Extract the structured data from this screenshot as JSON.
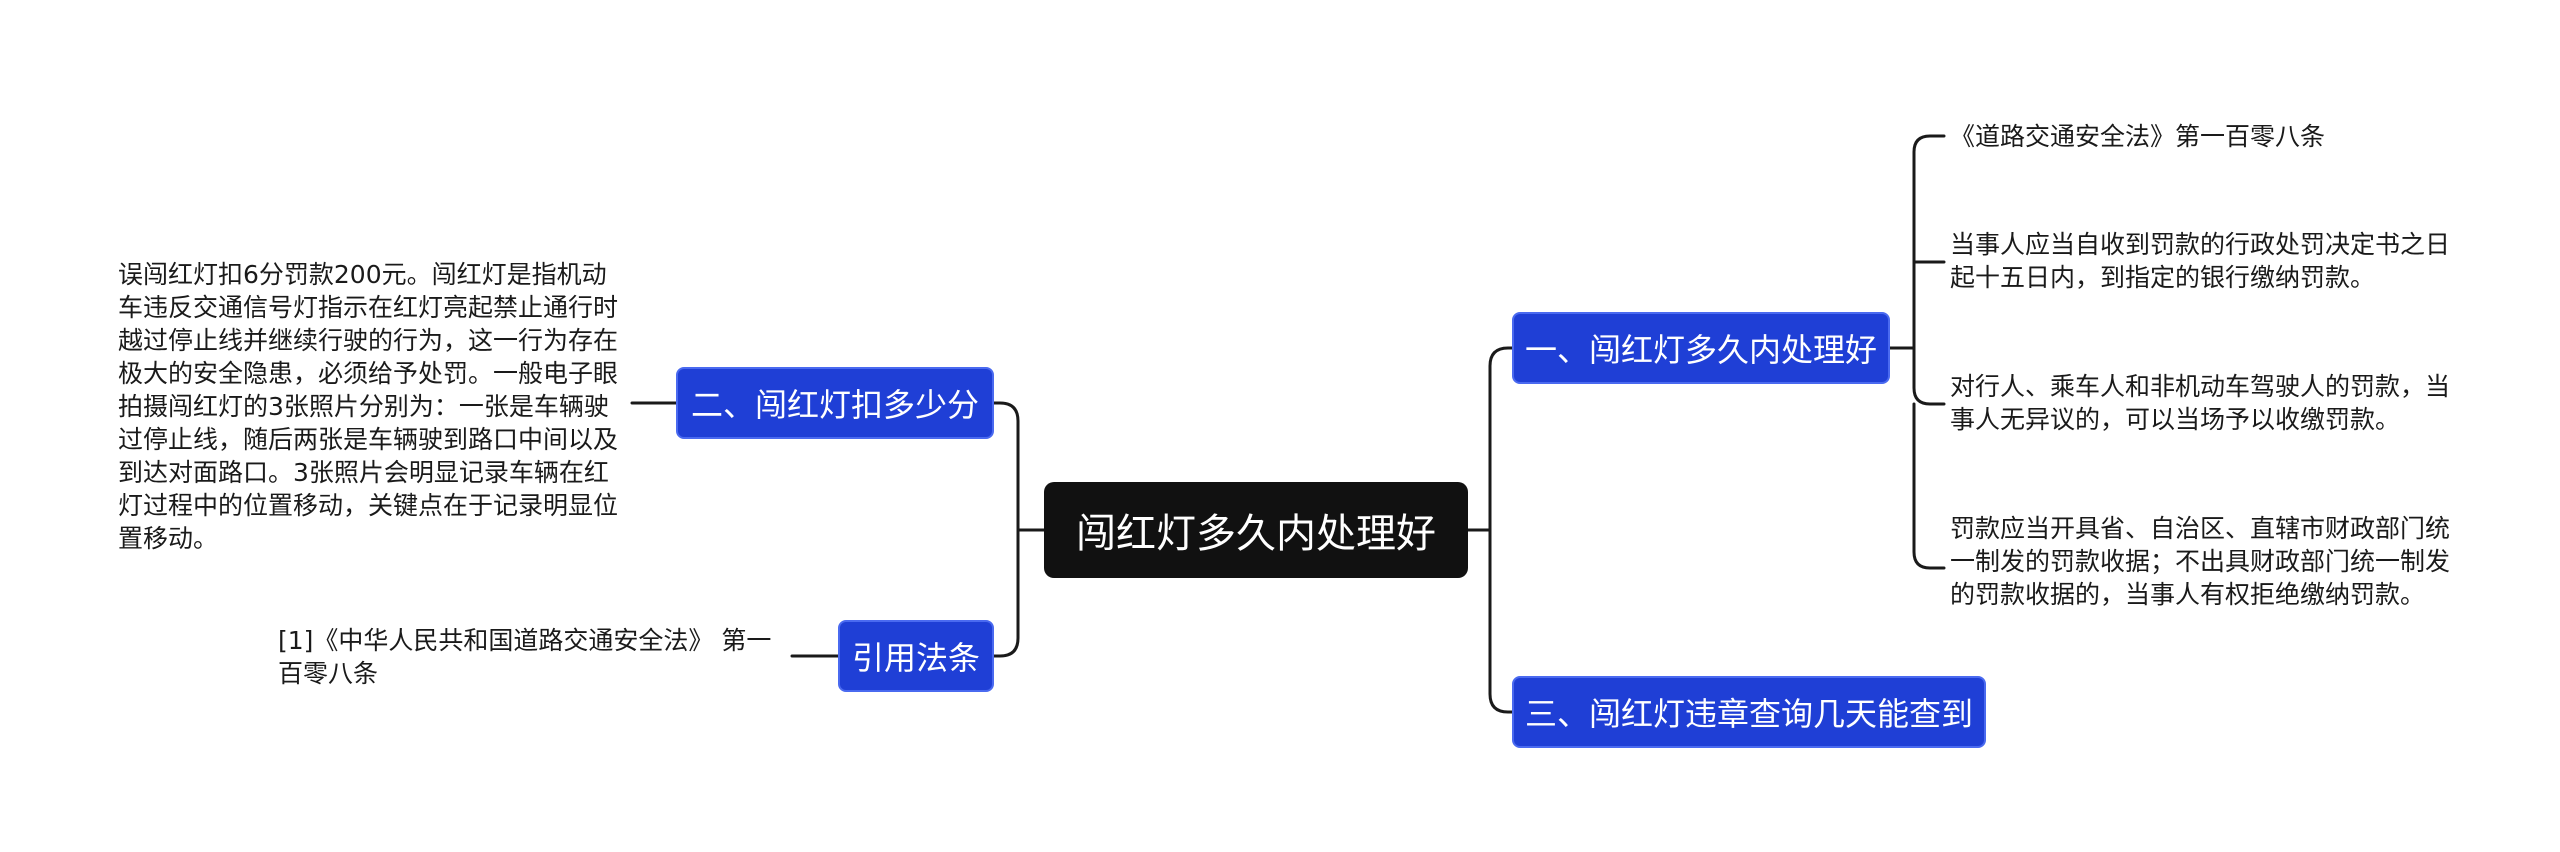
{
  "root": {
    "label": "闯红灯多久内处理好"
  },
  "branches": {
    "right": [
      {
        "label": "一、闯红灯多久内处理好",
        "children": [
          [
            "《道路交通安全法》第一百零八条"
          ],
          [
            "当事人应当自收到罚款的行政处罚决定书之日",
            "起十五日内，到指定的银行缴纳罚款。"
          ],
          [
            "对行人、乘车人和非机动车驾驶人的罚款，当",
            "事人无异议的，可以当场予以收缴罚款。"
          ],
          [
            "罚款应当开具省、自治区、直辖市财政部门统",
            "一制发的罚款收据；不出具财政部门统一制发",
            "的罚款收据的，当事人有权拒绝缴纳罚款。"
          ]
        ]
      },
      {
        "label": "三、闯红灯违章查询几天能查到"
      }
    ],
    "left": [
      {
        "label": "二、闯红灯扣多少分",
        "children": [
          [
            "误闯红灯扣6分罚款200元。闯红灯是指机动",
            "车违反交通信号灯指示在红灯亮起禁止通行时",
            "越过停止线并继续行驶的行为，这一行为存在",
            "极大的安全隐患，必须给予处罚。一般电子眼",
            "拍摄闯红灯的3张照片分别为：一张是车辆驶",
            "过停止线，随后两张是车辆驶到路口中间以及",
            "到达对面路口。3张照片会明显记录车辆在红",
            "灯过程中的位置移动，关键点在于记录明显位",
            "置移动。"
          ]
        ]
      },
      {
        "label": "引用法条",
        "children": [
          [
            "[1]《中华人民共和国道路交通安全法》 第一",
            "百零八条"
          ]
        ]
      }
    ]
  },
  "colors": {
    "root_bg": "#111111",
    "branch_bg": "#1f3fd6",
    "line": "#1a1a1a",
    "text": "#1a1a1a"
  }
}
